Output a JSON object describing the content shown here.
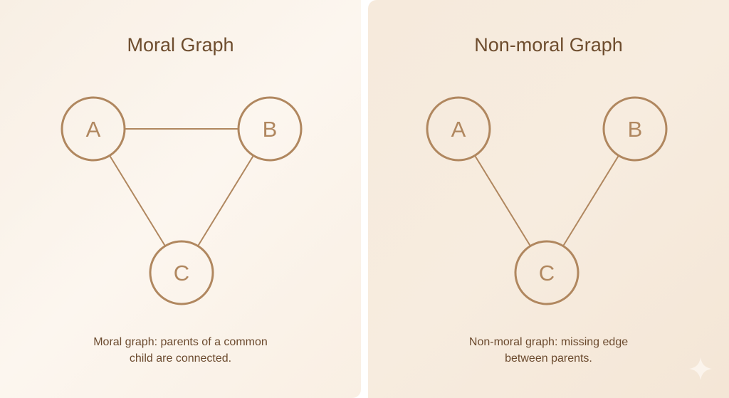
{
  "panels": [
    {
      "title": "Moral Graph",
      "nodes": [
        "A",
        "B",
        "C"
      ],
      "edges": [
        [
          "A",
          "B"
        ],
        [
          "A",
          "C"
        ],
        [
          "B",
          "C"
        ]
      ],
      "caption_line1": "Moral graph: parents of a common",
      "caption_line2": "child are connected."
    },
    {
      "title": "Non-moral Graph",
      "nodes": [
        "A",
        "B",
        "C"
      ],
      "edges": [
        [
          "A",
          "C"
        ],
        [
          "B",
          "C"
        ]
      ],
      "caption_line1": "Non-moral graph: missing edge",
      "caption_line2": "between parents."
    }
  ],
  "colors": {
    "node": "#b0875f",
    "text": "#6e4d2e"
  },
  "icons": {
    "corner": "sparkle-icon"
  }
}
